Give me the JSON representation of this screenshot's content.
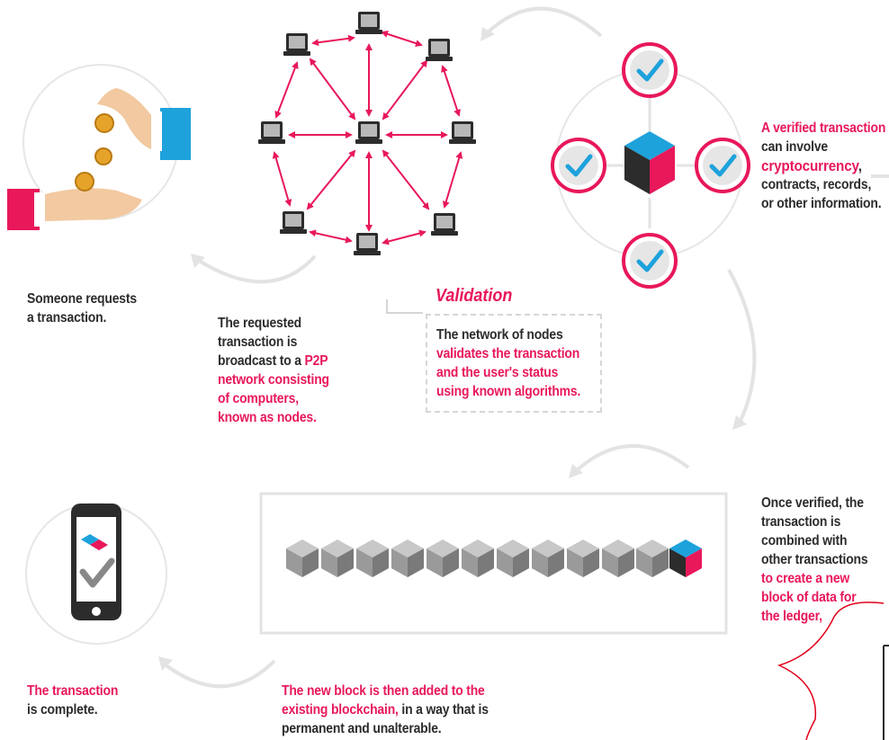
{
  "steps": {
    "request": {
      "line1": "Someone requests",
      "line2": "a transaction."
    },
    "broadcast": {
      "line1": "The requested",
      "line2": "transaction is",
      "line3_dark": "broadcast to a ",
      "line3_pink": "P2P",
      "line4": "network consisting",
      "line5": "of computers,",
      "line6": "known as nodes."
    },
    "validation": {
      "title": "Validation",
      "line1": "The network of nodes",
      "line2": "validates the transaction",
      "line3": "and the user's status",
      "line4": "using known algorithms."
    },
    "verified": {
      "line1": "A verified transaction",
      "line2": "can involve",
      "line3_pink": "cryptocurrency",
      "line3_dark": ",",
      "line4": "contracts, records,",
      "line5": "or other information."
    },
    "new_block": {
      "line1": "Once verified, the",
      "line2": "transaction is",
      "line3": "combined with",
      "line4": "other transactions",
      "line5": "to create a new",
      "line6": "block of data for",
      "line7": "the ledger,"
    },
    "added": {
      "line1_pink": "The new block is then added to the",
      "line2_pink": "existing blockchain,",
      "line2_dark": " in a way that is",
      "line3": "permanent and unalterable."
    },
    "complete": {
      "line1": "The transaction",
      "line2": "is complete."
    }
  },
  "colors": {
    "accent": "#e8185a",
    "blue": "#1ea2dc",
    "dark": "#2c2c2c",
    "gray_block": "#9a9a9a",
    "annotation_red": "#e0001a"
  },
  "icons": [
    "hand-coins-icon",
    "computer-node-icon",
    "checkmark-circle-icon",
    "cube-icon",
    "smartphone-icon",
    "block-cube-icon"
  ]
}
